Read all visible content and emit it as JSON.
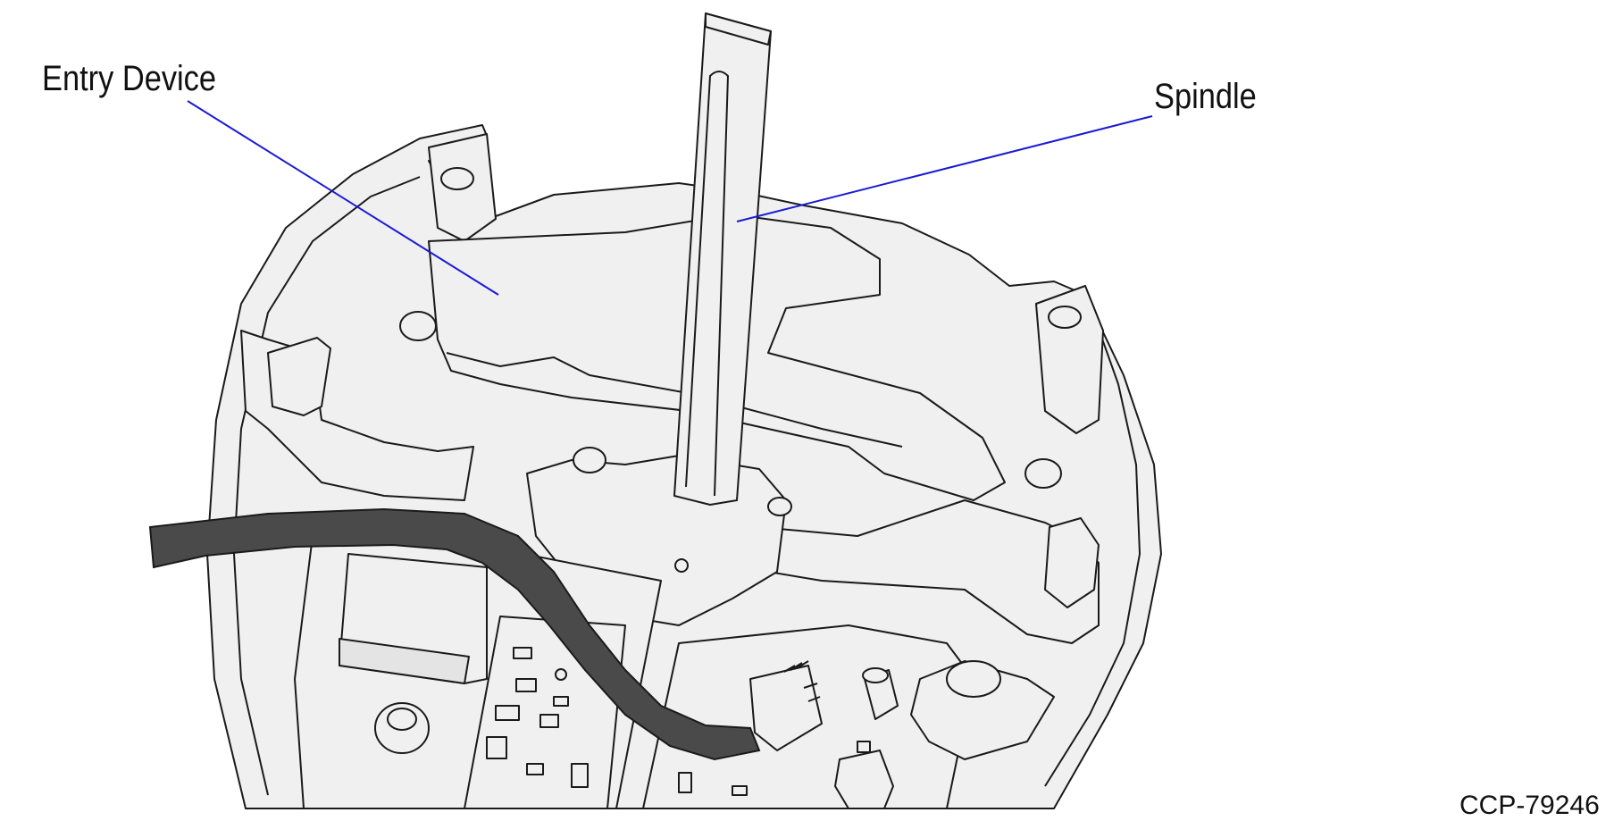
{
  "callouts": {
    "entry_device": "Entry Device",
    "spindle": "Spindle"
  },
  "figure_id": "CCP-79246",
  "colors": {
    "leader_line": "#1a1ad6",
    "cable": "#4a4a4a",
    "part_fill": "#f0f0f0",
    "outline": "#1a1a1a"
  }
}
